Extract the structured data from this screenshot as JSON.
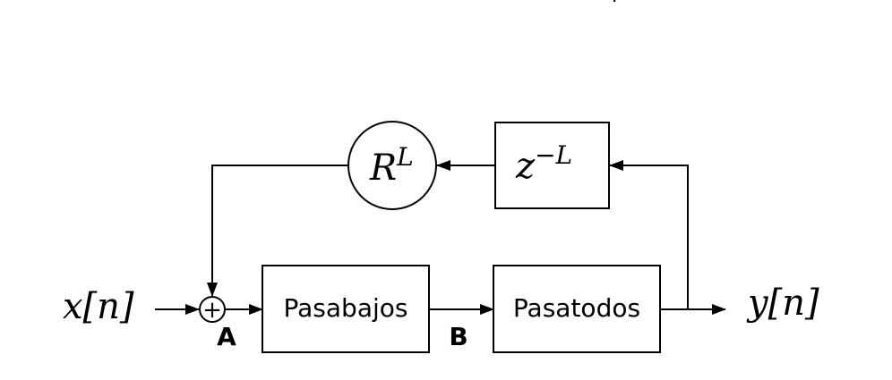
{
  "diagram": {
    "input_signal": "x[n]",
    "output_signal": "y[n]",
    "feedback_gain": "R",
    "feedback_gain_exponent": "L",
    "delay_base": "z",
    "delay_exponent": "−L",
    "lowpass_label": "Pasabajos",
    "allpass_label": "Pasatodos",
    "adder_symbol": "+",
    "node_a_label": "A",
    "node_b_label": "B",
    "stray_mark": "·"
  }
}
